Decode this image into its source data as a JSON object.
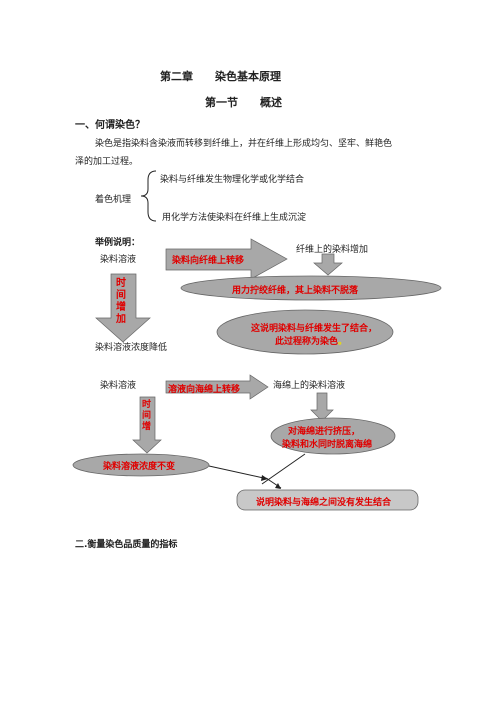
{
  "chapter_title": "第二章　　染色基本原理",
  "section_title": "第一节　　概述",
  "q1_heading": "一、何谓染色？",
  "definition_line1": "染色是指染料含染液而转移到纤维上，并在纤维上形成均匀、坚牢、鲜艳色",
  "definition_line2": "泽的加工过程。",
  "mechanism": {
    "label": "着色机理",
    "item1": "染料与纤维发生物理化学或化学结合",
    "item2": "用化学方法使染料在纤维上生成沉淀"
  },
  "example_label": "举例说明：",
  "diagram1": {
    "dye_solution": "染料溶液",
    "arrow_text": "染料向纤维上转移",
    "fiber_increase": "纤维上的染料增加",
    "time_label": "时间增加",
    "wring_text": "用力拧绞纤维，其上染料不脱落",
    "concentration_drop": "染料溶液浓度降低",
    "conclusion_line1": "这说明染料与纤维发生了结合，",
    "conclusion_line2": "此过程称为染色",
    "conclusion_dot": "。"
  },
  "diagram2": {
    "dye_solution": "染料溶液",
    "arrow_text": "溶液向海绵上转移",
    "sponge_solution": "海绵上的染料溶液",
    "time_label": "时间增",
    "squeeze_line1": "对海绵进行挤压，",
    "squeeze_line2": "染料和水同时脱离海绵",
    "constant_text": "染料溶液浓度不变",
    "conclusion": "说明染料与海绵之间没有发生结合"
  },
  "q2_heading": "二.衡量染色品质量的指标",
  "colors": {
    "arrow_fill": "#a8a8a8",
    "ellipse_fill": "#a8a8a8",
    "box_fill": "#c8c8c8",
    "highlight_red": "#e00000",
    "highlight_yellow": "#f0e000"
  }
}
